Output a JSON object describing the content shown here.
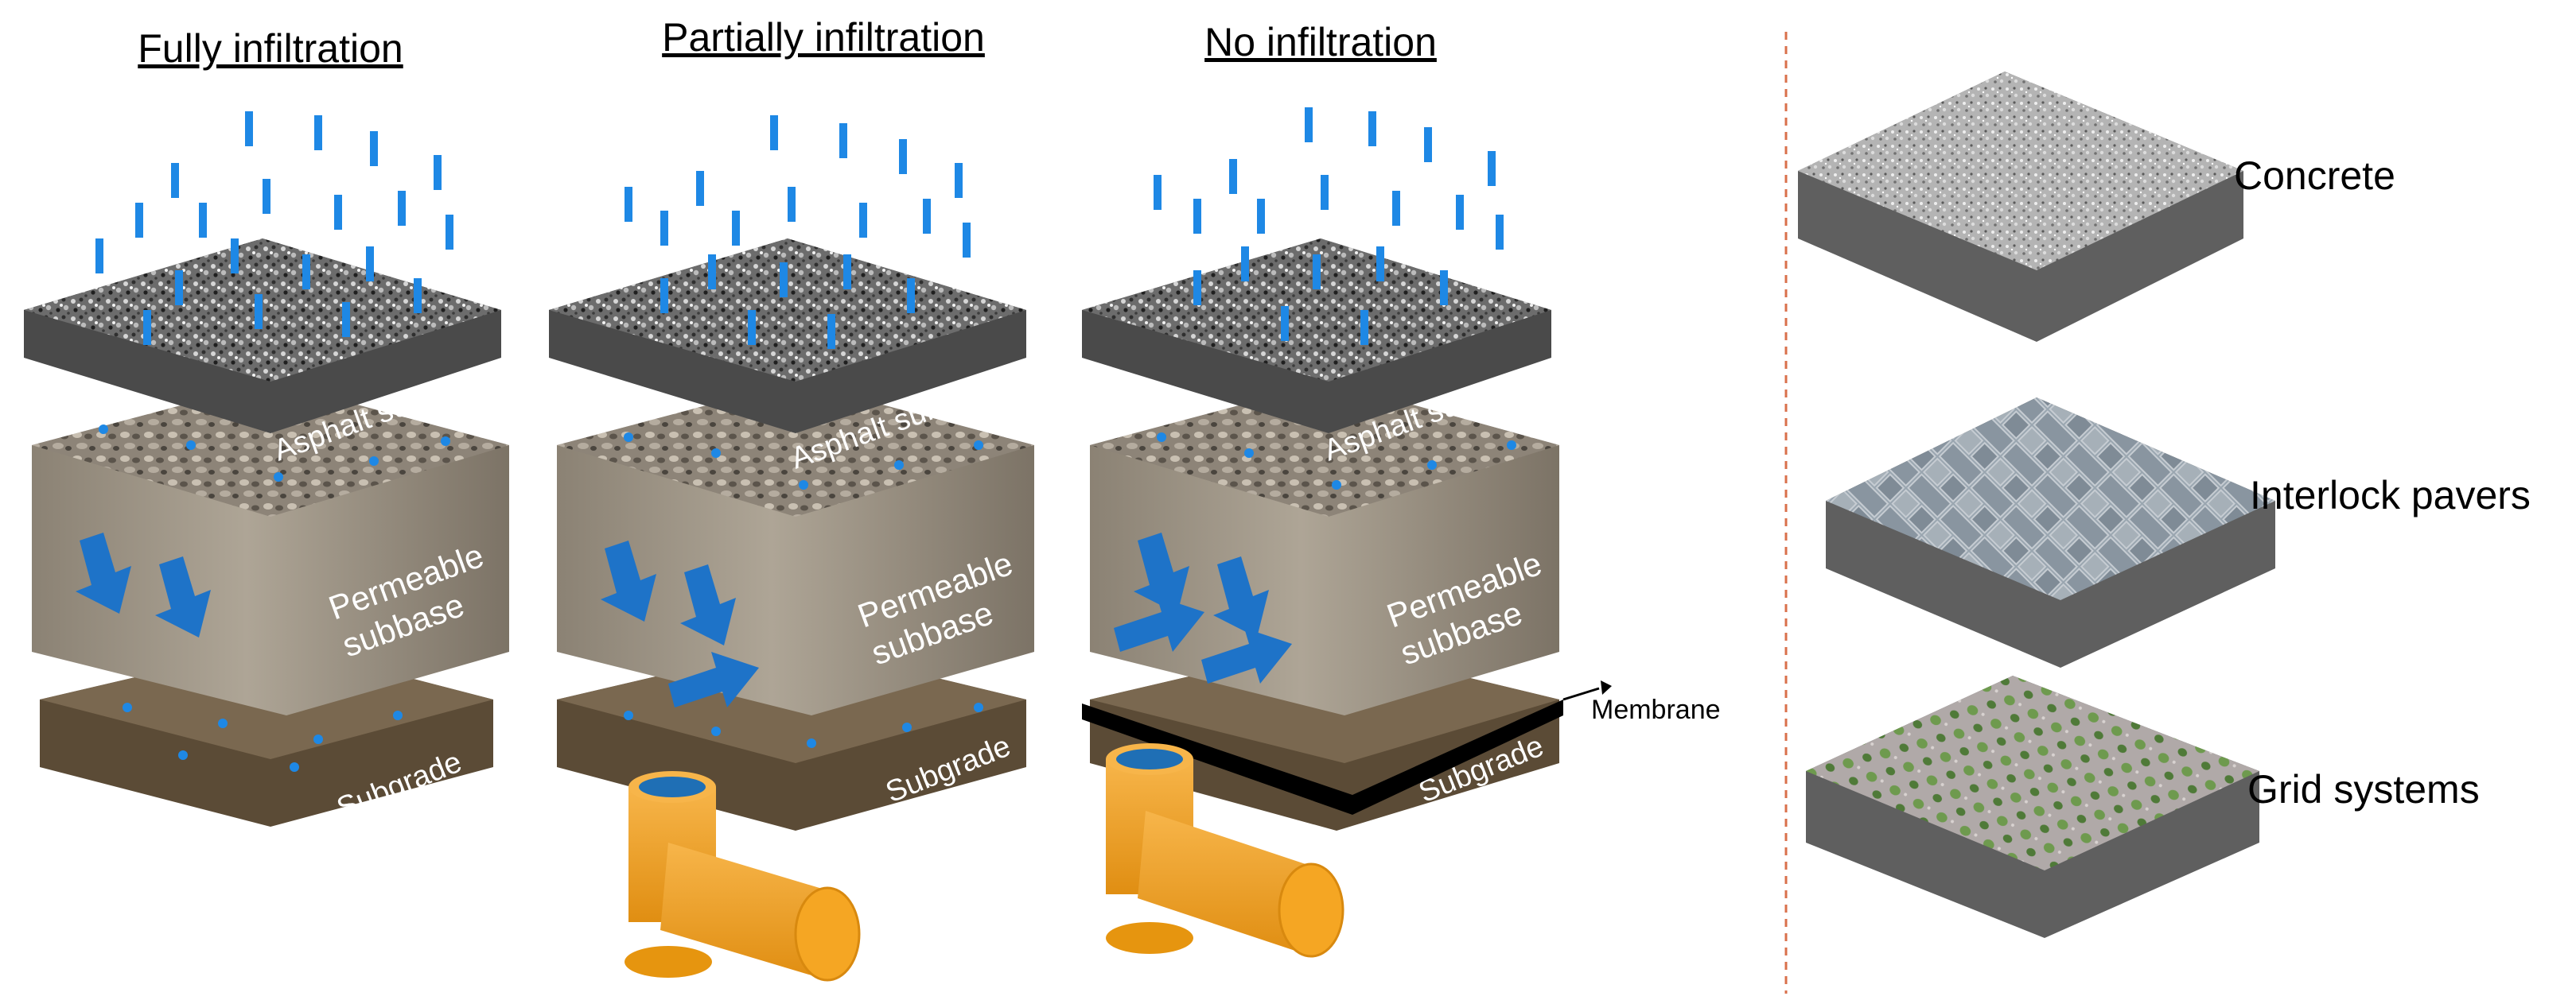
{
  "panels": [
    {
      "title": "Fully infiltration",
      "surface_label": "Asphalt surface",
      "subbase_label": "Permeable subbase",
      "subgrade_label": "Subgrade",
      "has_pipe": false,
      "has_membrane": false
    },
    {
      "title": "Partially infiltration",
      "surface_label": "Asphalt surface",
      "subbase_label": "Permeable subbase",
      "subgrade_label": "Subgrade",
      "has_pipe": true,
      "has_membrane": false
    },
    {
      "title": "No infiltration",
      "surface_label": "Asphalt surface",
      "subbase_label": "Permeable subbase",
      "subgrade_label": "Subgrade",
      "has_pipe": true,
      "has_membrane": true
    }
  ],
  "membrane_label": "Membrane",
  "surface_types": [
    {
      "label": "Concrete",
      "texture": "concrete"
    },
    {
      "label": "Interlock pavers",
      "texture": "pavers"
    },
    {
      "label": "Grid systems",
      "texture": "grid"
    }
  ],
  "colors": {
    "water": "#1e88e5",
    "pipe": "#f5a623",
    "subbase": "#a79d8e",
    "subgrade": "#6b5a42",
    "side": "#5d5d5d",
    "divider": "#d9704b"
  }
}
